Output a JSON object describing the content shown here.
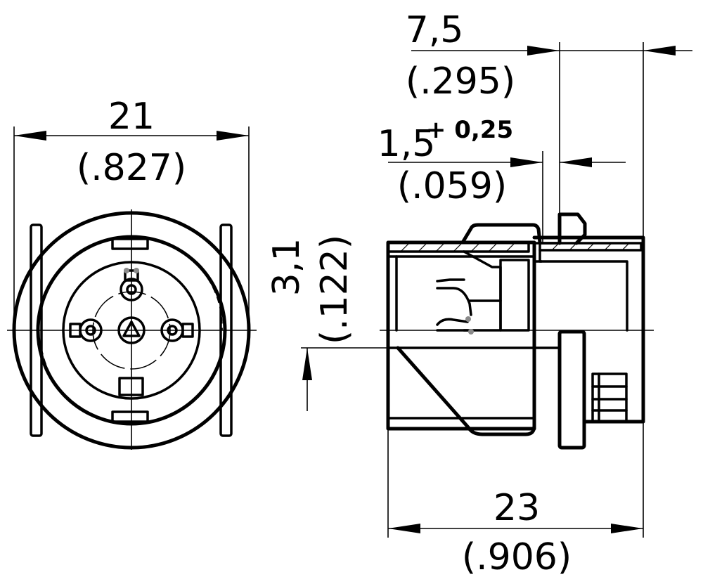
{
  "dimensions": {
    "front_width": {
      "value": "21",
      "inch": "(.827)"
    },
    "overall_length": {
      "value": "23",
      "inch": "(.906)"
    },
    "flange_to_end": {
      "value": "7,5",
      "inch": "(.295)"
    },
    "flange_thickness": {
      "value": "1,5",
      "tolerance": "+ 0,25",
      "inch": "(.059)"
    },
    "pin_offset": {
      "value": "3,1",
      "inch": "(.122)"
    }
  }
}
